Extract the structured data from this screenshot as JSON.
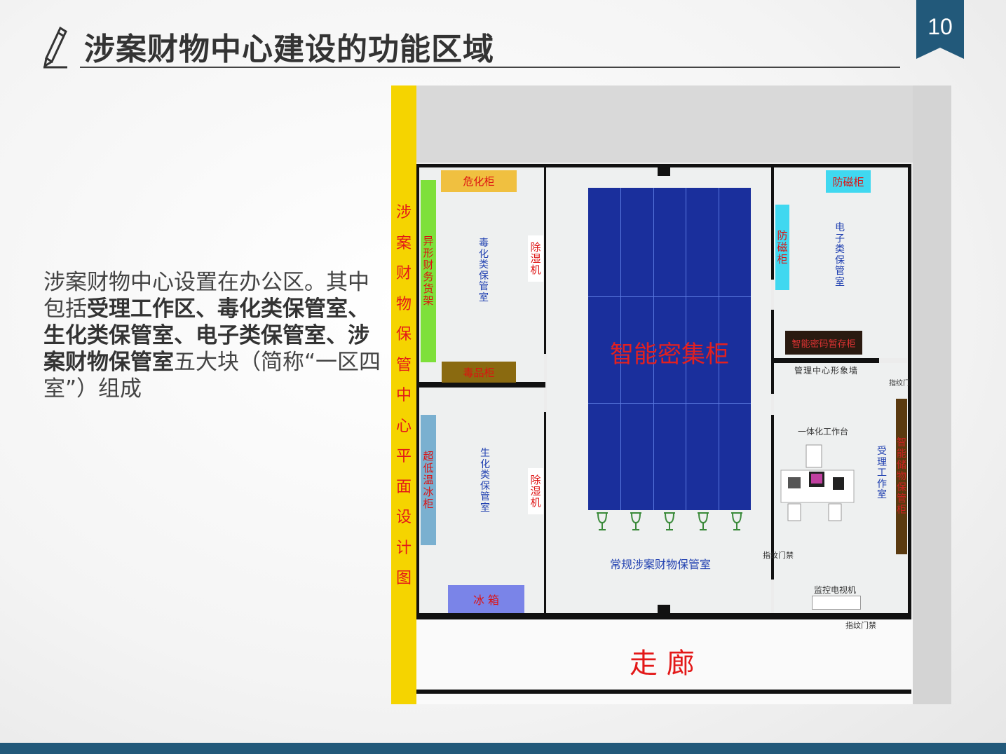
{
  "slide": {
    "title": "涉案财物中心建设的功能区域",
    "page_number": "10",
    "title_icon": "pencil-icon",
    "accent_color": "#22597a"
  },
  "description": {
    "intro": "涉案财物中心设置在办公区。其中包括",
    "highlight": "受理工作区、毒化类保管室、生化类保管室、电子类保管室、涉案财物保管室",
    "outro": "五大块（简称“一区四室”）组成"
  },
  "floor_plan": {
    "vertical_title": "涉案财物保管中心平面设计图",
    "corridor": "走 廊",
    "central_cabinet": "智能密集柜",
    "rooms": {
      "toxic": "毒化类保管室",
      "biochem": "生化类保管室",
      "electronic": "电子类保管室",
      "intake": "受理工作室",
      "regular": "常规涉案财物保管室"
    },
    "fixtures": {
      "hazard_cabinet": "危化柜",
      "irregular_rack": "异形财务货架",
      "poison_cabinet": "毒品柜",
      "dehumidifier_1": "除湿机",
      "dehumidifier_2": "除湿机",
      "ultra_low_freezer": "超低温冰柜",
      "fridge": "冰 箱",
      "antimagnetic_top": "防磁柜",
      "antimagnetic_side": "防磁柜",
      "pin_locker": "智能密码暂存柜",
      "image_wall": "管理中心形象墙",
      "workstation": "一体化工作台",
      "smart_locker": "智能储物保管柜",
      "fingerprint_door_1": "指纹门",
      "fingerprint_door_2": "指纹门禁",
      "fingerprint_door_3": "指纹门禁",
      "monitor_tv": "监控电视机"
    },
    "colors": {
      "title_bar": "#f5d400",
      "cabinet": "#1a2f9c",
      "hazard": "#f0c040",
      "rack": "#7ee03a",
      "poison": "#8a6a10",
      "freezer": "#7ab0d0",
      "fridge": "#7a84e8",
      "antimagnetic": "#40d8f0",
      "pin_locker": "#2a1a10",
      "smart_locker": "#5a3a10"
    }
  }
}
